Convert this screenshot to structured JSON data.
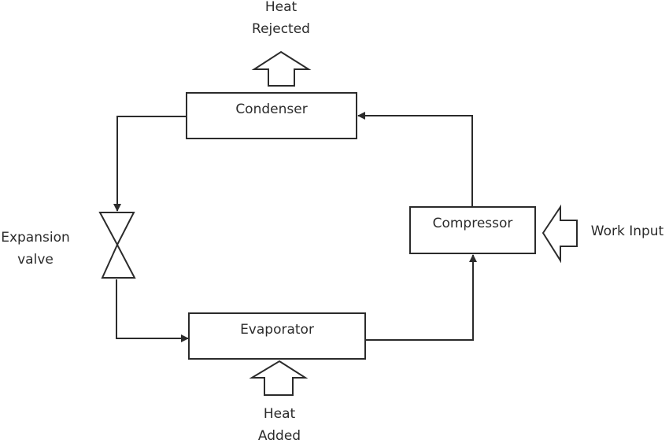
{
  "diagram": {
    "title": "Vapor compression refrigeration cycle",
    "components": {
      "condenser": "Condenser",
      "compressor": "Compressor",
      "evaporator": "Evaporator",
      "expansion_valve": [
        "Expansion",
        "valve"
      ]
    },
    "flows": {
      "heat_rejected": [
        "Heat",
        "Rejected"
      ],
      "heat_added": [
        "Heat",
        "Added"
      ],
      "work_input": "Work Input"
    },
    "colors": {
      "stroke": "#2b2b2b",
      "background": "#ffffff"
    }
  }
}
